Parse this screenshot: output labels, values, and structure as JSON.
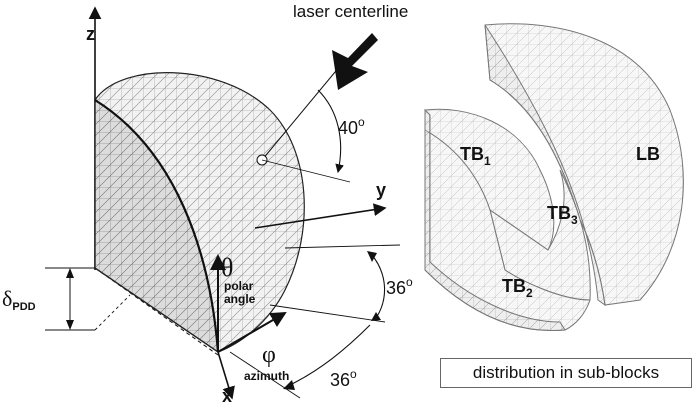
{
  "figure": {
    "laser_label": "laser centerline",
    "axis_z": "z",
    "axis_y": "y",
    "axis_x": "x",
    "angle_laser": "40",
    "angle_polar_deg": "36",
    "angle_azimuth_deg": "36",
    "degree_mark": "o",
    "theta_symbol": "θ",
    "theta_label_line1": "polar",
    "theta_label_line2": "angle",
    "phi_symbol": "φ",
    "phi_label": "azimuth",
    "delta_symbol": "δ",
    "delta_subscript": "PDD",
    "block_tb1": "TB",
    "block_tb1_sub": "1",
    "block_tb2": "TB",
    "block_tb2_sub": "2",
    "block_tb3": "TB",
    "block_tb3_sub": "3",
    "block_lb": "LB",
    "caption": "distribution in sub-blocks"
  }
}
